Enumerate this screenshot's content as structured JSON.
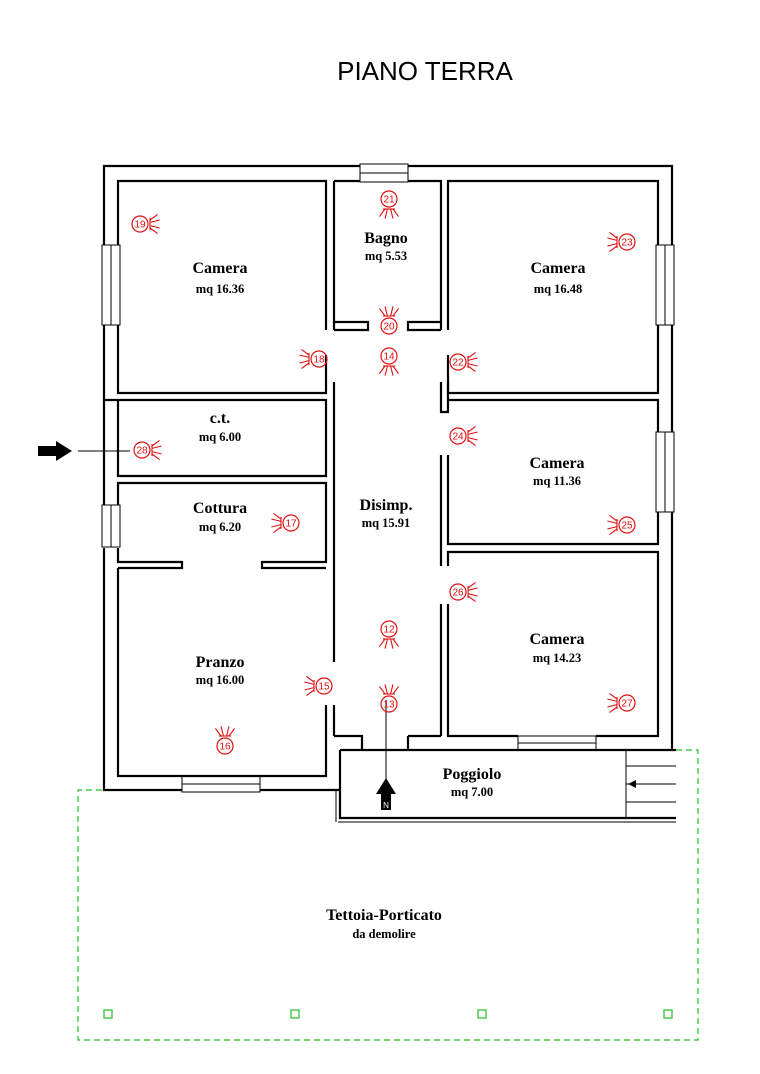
{
  "title": "PIANO TERRA",
  "rooms": {
    "camera_nw": {
      "name": "Camera",
      "area": "mq 16.36"
    },
    "bagno": {
      "name": "Bagno",
      "area": "mq 5.53"
    },
    "camera_ne": {
      "name": "Camera",
      "area": "mq 16.48"
    },
    "ct": {
      "name": "c.t.",
      "area": "mq 6.00"
    },
    "cottura": {
      "name": "Cottura",
      "area": "mq 6.20"
    },
    "disimp": {
      "name": "Disimp.",
      "area": "mq 15.91"
    },
    "camera_e": {
      "name": "Camera",
      "area": "mq 11.36"
    },
    "camera_se": {
      "name": "Camera",
      "area": "mq 14.23"
    },
    "pranzo": {
      "name": "Pranzo",
      "area": "mq 16.00"
    },
    "poggiolo": {
      "name": "Poggiolo",
      "area": "mq 7.00"
    },
    "tettoia": {
      "name": "Tettoia-Porticato",
      "note": "da demolire"
    }
  },
  "entrance_arrow_label": "N",
  "photo_markers": [
    "12",
    "13",
    "14",
    "15",
    "16",
    "17",
    "18",
    "19",
    "20",
    "21",
    "22",
    "23",
    "24",
    "25",
    "26",
    "27",
    "28"
  ],
  "colors": {
    "marker": "#e01010",
    "porch_outline": "#22c022",
    "walls": "#000000"
  }
}
